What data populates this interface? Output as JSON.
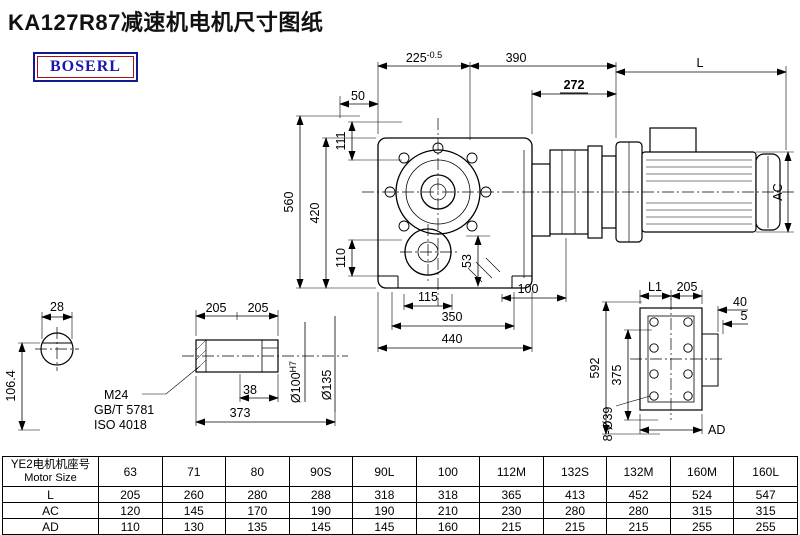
{
  "page": {
    "title": "KA127R87减速机电机尺寸图纸",
    "brand": "BOSERL"
  },
  "colors": {
    "title_text": "#111111",
    "brand_text": "#1717b2",
    "brand_border_outer": "#131a8e",
    "brand_border_inner": "#a51212",
    "line": "#000000"
  },
  "dims": {
    "top_width": "225",
    "top_width_tol": "-0.5",
    "width_390": "390",
    "adapter_272": "272",
    "motor_L": "L",
    "offset_50": "50",
    "height_560": "560",
    "height_420": "420",
    "height_111": "111",
    "height_110": "110",
    "depth_53": "53",
    "offset_115": "115",
    "offset_100": "100",
    "width_350": "350",
    "width_440": "440",
    "motor_AC": "AC",
    "shaft_flat_28": "28",
    "shaft_height_106": "106.4",
    "shaft_len_205a": "205",
    "shaft_len_205b": "205",
    "thread_m24": "M24",
    "std_gb": "GB/T 5781",
    "std_iso": "ISO 4018",
    "key_38": "38",
    "len_373": "373",
    "bore_dia": "Ø100",
    "bore_tol": "H7",
    "flange_dia": "Ø135",
    "rear_L1": "L1",
    "rear_205": "205",
    "rear_40": "40",
    "rear_5": "5",
    "rear_592": "592",
    "rear_375": "375",
    "rear_holes": "8-Ø39",
    "rear_AD": "AD"
  },
  "table": {
    "row_header_cn": "YE2电机机座号",
    "row_header_en": "Motor Size",
    "columns": [
      "63",
      "71",
      "80",
      "90S",
      "90L",
      "100",
      "112M",
      "132S",
      "132M",
      "160M",
      "160L"
    ],
    "rows": [
      {
        "label": "L",
        "values": [
          "205",
          "260",
          "280",
          "288",
          "318",
          "318",
          "365",
          "413",
          "452",
          "524",
          "547"
        ]
      },
      {
        "label": "AC",
        "values": [
          "120",
          "145",
          "170",
          "190",
          "190",
          "210",
          "230",
          "280",
          "280",
          "315",
          "315"
        ]
      },
      {
        "label": "AD",
        "values": [
          "110",
          "130",
          "135",
          "145",
          "145",
          "160",
          "215",
          "215",
          "215",
          "255",
          "255"
        ]
      }
    ]
  }
}
